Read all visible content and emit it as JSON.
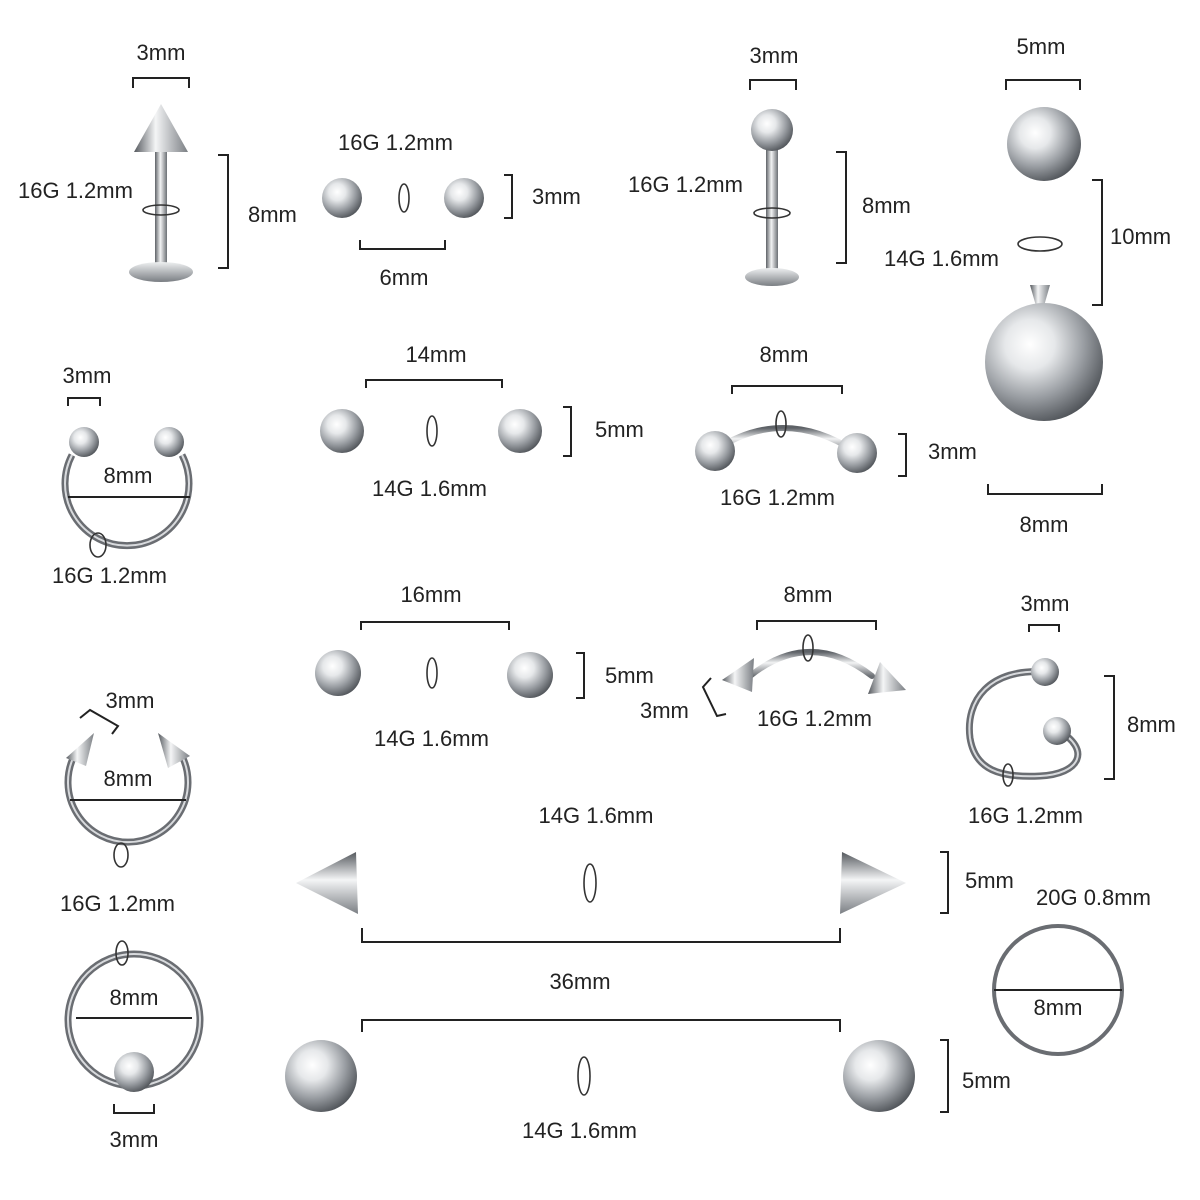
{
  "labels": {
    "labret_spike_width": "3mm",
    "labret_spike_gauge": "16G 1.2mm",
    "labret_spike_length": "8mm",
    "mini_barbell_gauge": "16G 1.2mm",
    "mini_barbell_ball": "3mm",
    "mini_barbell_length": "6mm",
    "labret_ball_width": "3mm",
    "labret_ball_gauge": "16G 1.2mm",
    "labret_ball_length": "8mm",
    "belly_top_ball": "5mm",
    "belly_length": "10mm",
    "belly_gauge": "14G 1.6mm",
    "belly_bottom_ball": "8mm",
    "horseshoe_ball": "3mm",
    "horseshoe_diameter": "8mm",
    "horseshoe_gauge": "16G 1.2mm",
    "barbell14_length": "14mm",
    "barbell14_ball": "5mm",
    "barbell14_gauge": "14G 1.6mm",
    "curved_ball_length": "8mm",
    "curved_ball_ball": "3mm",
    "curved_ball_gauge": "16G 1.2mm",
    "barbell16_length": "16mm",
    "barbell16_ball": "5mm",
    "barbell16_gauge": "14G 1.6mm",
    "curved_spike_length": "8mm",
    "curved_spike_size": "3mm",
    "curved_spike_gauge": "16G 1.2mm",
    "spiral_ball": "3mm",
    "spiral_height": "8mm",
    "spiral_gauge": "16G 1.2mm",
    "horseshoe_spike_size": "3mm",
    "horseshoe_spike_diameter": "8mm",
    "horseshoe_spike_gauge": "16G 1.2mm",
    "industrial_spike_gauge": "14G 1.6mm",
    "industrial_spike_ball": "5mm",
    "industrial_length": "36mm",
    "nose_ring_gauge": "20G 0.8mm",
    "nose_ring_diameter": "8mm",
    "captive_ring_diameter": "8mm",
    "captive_ring_ball": "3mm",
    "industrial_ball_ball": "5mm",
    "industrial_ball_gauge": "14G 1.6mm"
  },
  "colors": {
    "background": "#ffffff",
    "text": "#222222",
    "metal_light": "#f4f5f6",
    "metal_mid": "#a9adb2",
    "metal_dark": "#55595e"
  }
}
